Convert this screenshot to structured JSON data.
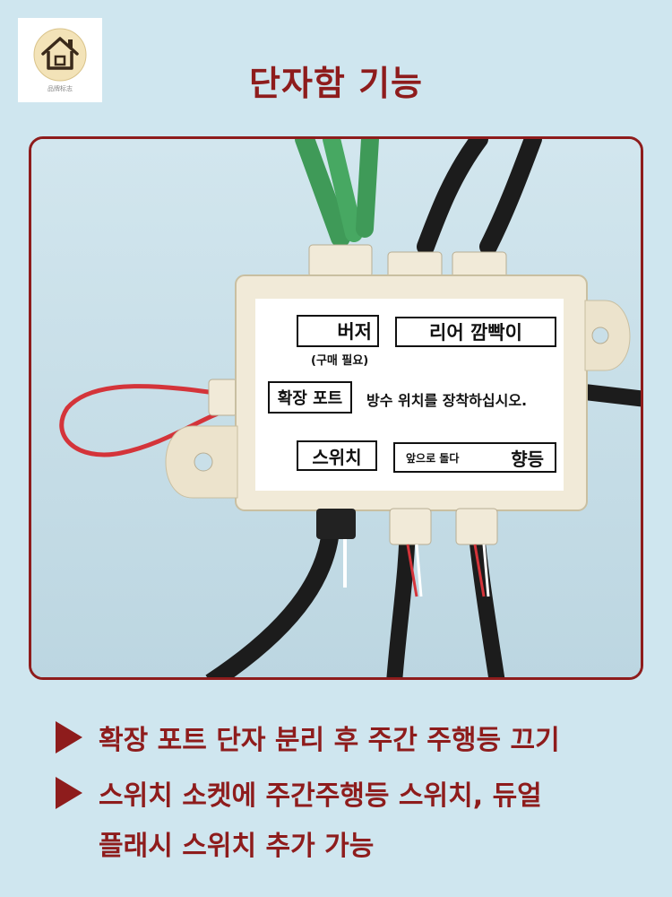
{
  "logo": {
    "caption": "品牌标志",
    "icon": "house-icon"
  },
  "title": "단자함 기능",
  "panel": {
    "buzzer": "버저",
    "buzzer_note": "(구매 필요)",
    "rear_blinker": "리어 깜빡이",
    "expansion_port": "확장 포트",
    "waterproof_note": "방수 위치를 장착하십시오.",
    "switch": "스위치",
    "turn_front": "앞으로 돌다",
    "headlight": "향등"
  },
  "bullets": [
    {
      "text": "확장 포트 단자 분리 후 주간 주행등 끄기"
    },
    {
      "text": "스위치 소켓에 주간주행등 스위치, 듀얼",
      "continuation": "플래시 스위치 추가 가능"
    }
  ],
  "colors": {
    "accent": "#8e1c1c",
    "background": "#cfe6ef"
  }
}
